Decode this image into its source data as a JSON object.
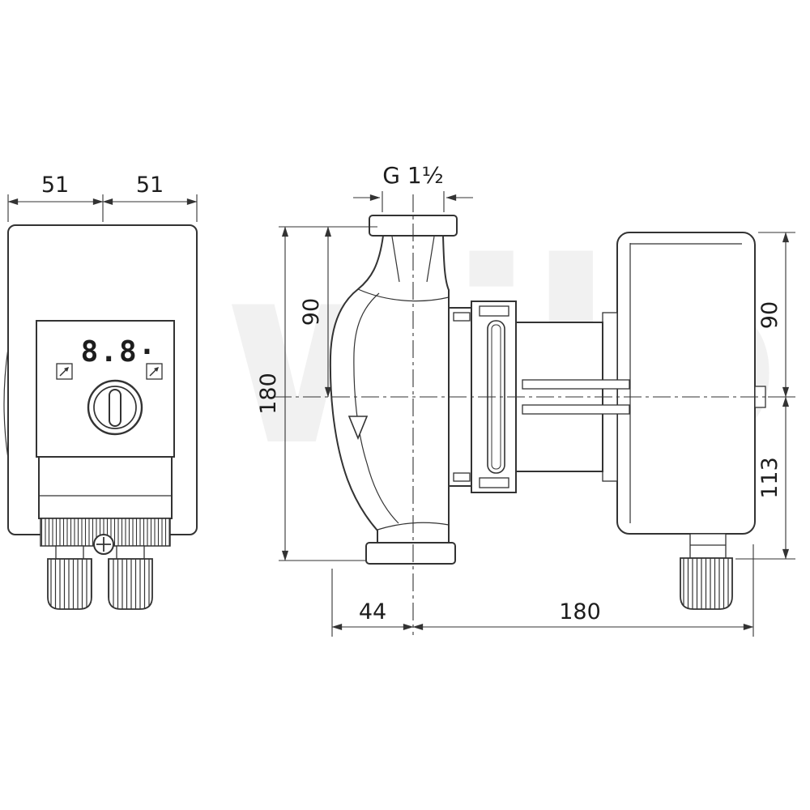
{
  "watermark": "wilo",
  "front": {
    "display": "8.8·",
    "dim_left": "51",
    "dim_right": "51"
  },
  "side": {
    "thread": "G 1½",
    "height_total": "180",
    "port_to_axis": "90",
    "axis_to_top": "90",
    "axis_to_bottom": "113",
    "axis_offset": "44",
    "length": "180"
  }
}
